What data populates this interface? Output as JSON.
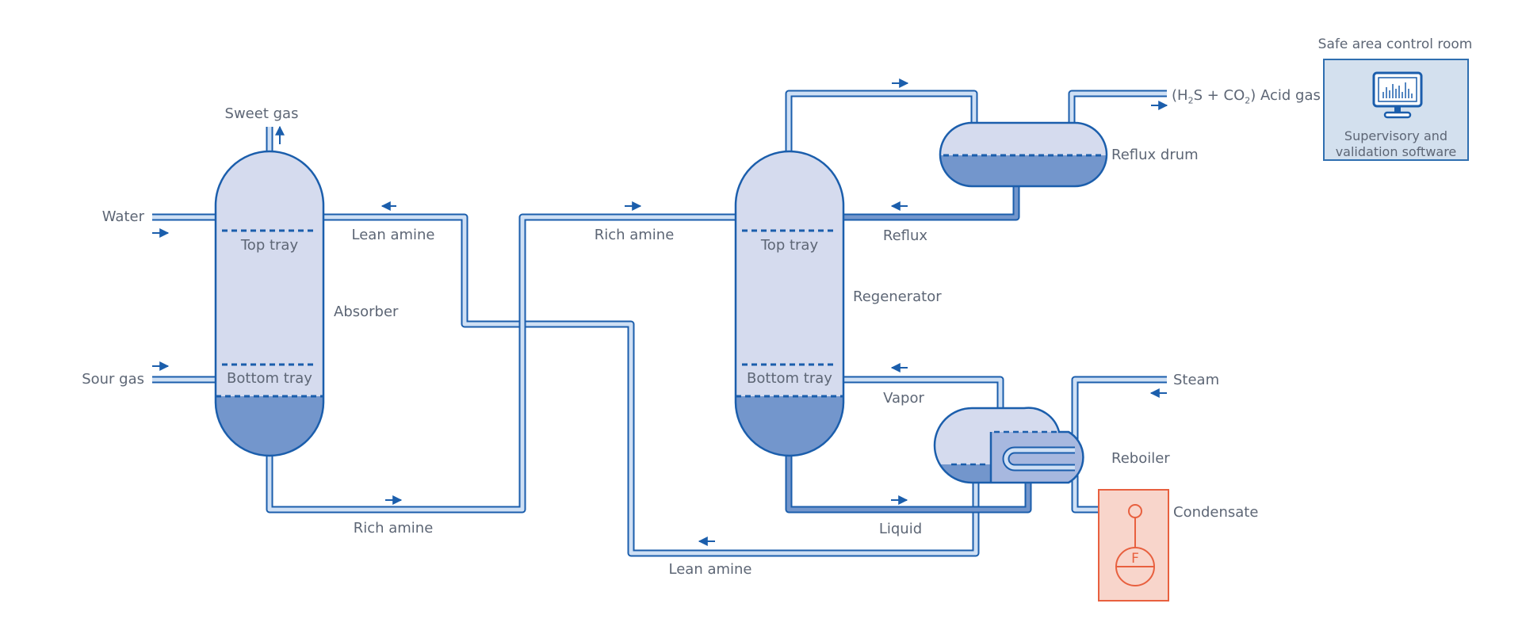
{
  "labels": {
    "sweet_gas": "Sweet gas",
    "water": "Water",
    "sour_gas": "Sour gas",
    "absorber_top_tray": "Top tray",
    "absorber_bottom_tray": "Bottom tray",
    "absorber": "Absorber",
    "lean_amine_top": "Lean amine",
    "rich_amine_bottom": "Rich amine",
    "rich_amine_top": "Rich amine",
    "regen_top_tray": "Top tray",
    "regen_bottom_tray": "Bottom tray",
    "regenerator": "Regenerator",
    "reflux": "Reflux",
    "reflux_drum": "Reflux drum",
    "vapor": "Vapor",
    "liquid": "Liquid",
    "lean_amine_bottom": "Lean amine",
    "reboiler": "Reboiler",
    "steam": "Steam",
    "condensate": "Condensate",
    "acid_gas_prefix": "(H",
    "acid_gas_sub1": "2",
    "acid_gas_mid": "S + CO",
    "acid_gas_sub2": "2",
    "acid_gas_suffix": ") Acid gas"
  },
  "control_room": {
    "title": "Safe area control room",
    "line1": "Supervisory and",
    "line2": "validation software"
  },
  "instrument": {
    "tag": "F"
  },
  "colors": {
    "vessel_fill": "#d5dbee",
    "liquid_fill": "#7396cc",
    "outline": "#1b5eac",
    "pipe_light": "#cfe0f5",
    "pipe_dark": "#7396cc",
    "instrument": "#e8603f",
    "text": "#5d6675"
  }
}
